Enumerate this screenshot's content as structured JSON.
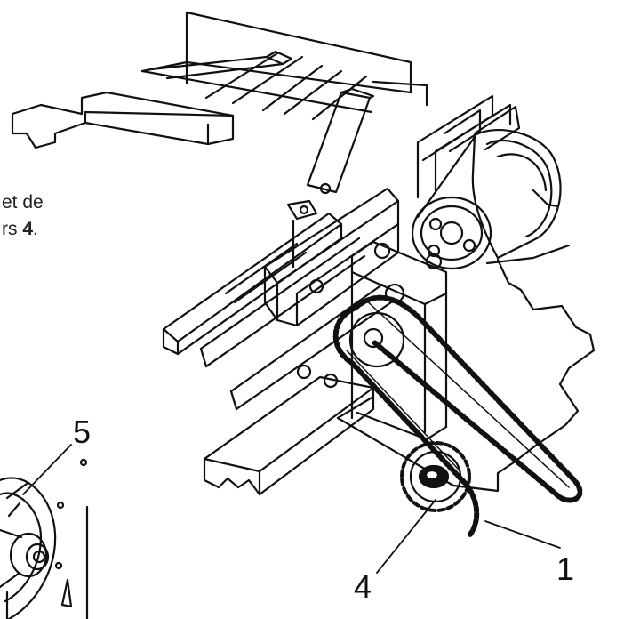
{
  "caption_fragments": {
    "line1": "et de",
    "line2_text": "rs ",
    "line2_ref": "4",
    "line2_end": "."
  },
  "callouts": {
    "label_1": "1",
    "label_4": "4",
    "label_5": "5"
  },
  "colors": {
    "ink": "#111111",
    "paper": "#ffffff",
    "shade": "#dcdcdc"
  }
}
